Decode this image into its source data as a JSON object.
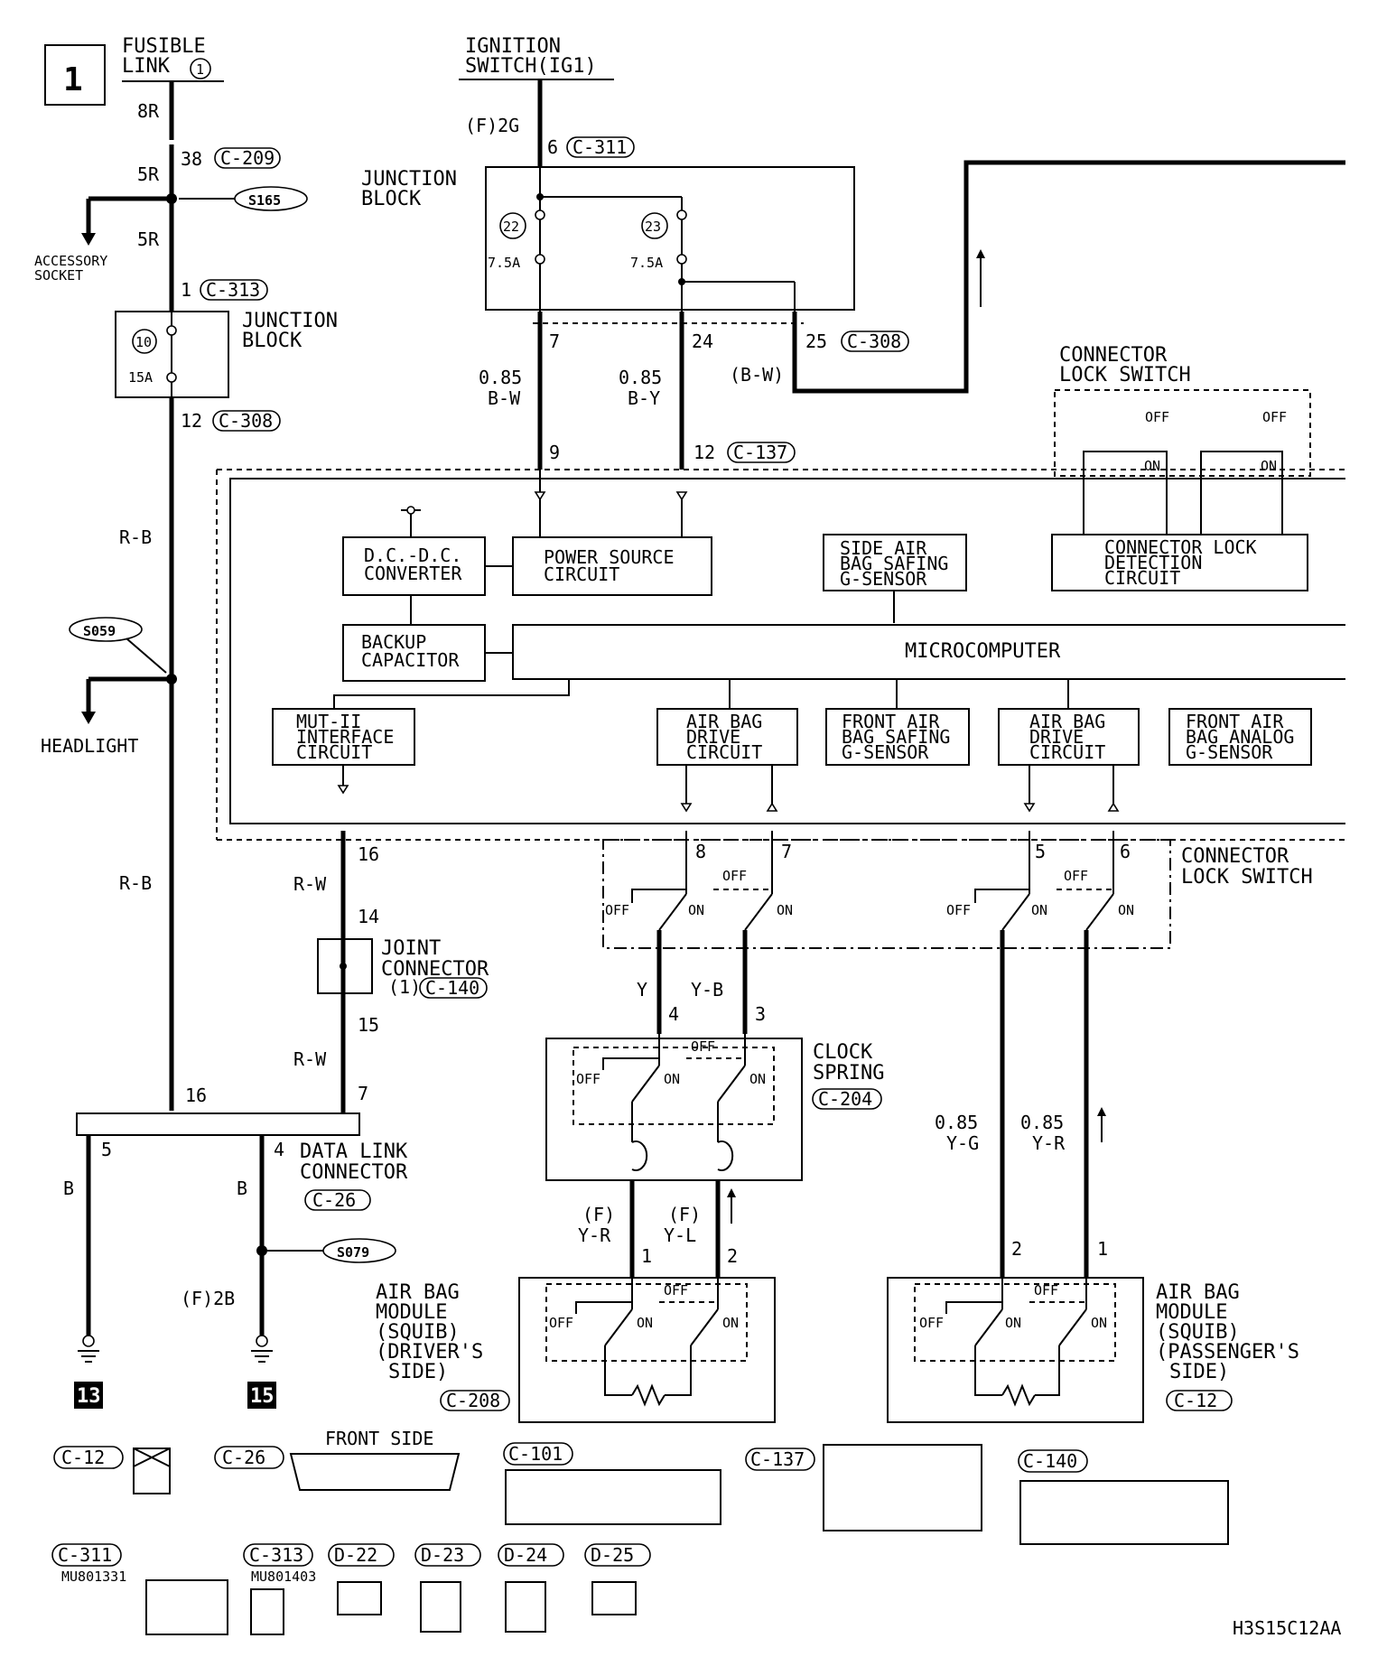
{
  "diagram": {
    "page_number": "1",
    "doc_code": "H3S15C12AA",
    "labels": {
      "fusible_link_1": "FUSIBLE",
      "fusible_link_2": "LINK",
      "fusible_link_num": "1",
      "ignition_1": "IGNITION",
      "ignition_2": "SWITCH(IG1)",
      "jb_top_1": "JUNCTION",
      "jb_top_2": "BLOCK",
      "jb_left_1": "JUNCTION",
      "jb_left_2": "BLOCK",
      "accessory_1": "ACCESSORY",
      "accessory_2": "SOCKET",
      "headlight": "HEADLIGHT",
      "cls_top_1": "CONNECTOR",
      "cls_top_2": "LOCK SWITCH",
      "cls_right_1": "CONNECTOR",
      "cls_right_2": "LOCK SWITCH",
      "joint_1": "JOINT",
      "joint_2": "CONNECTOR",
      "joint_3": "(1)",
      "dlc_1": "DATA LINK",
      "dlc_2": "CONNECTOR",
      "clock_1": "CLOCK",
      "clock_2": "SPRING",
      "drv_1": "AIR BAG",
      "drv_2": "MODULE",
      "drv_3": "(SQUIB)",
      "drv_4": "(DRIVER'S",
      "drv_5": "SIDE)",
      "pas_1": "AIR BAG",
      "pas_2": "MODULE",
      "pas_3": "(SQUIB)",
      "pas_4": "(PASSENGER'S",
      "pas_5": "SIDE)",
      "front_side": "FRONT SIDE"
    },
    "fuses": {
      "f22": "22",
      "f22_amp": "7.5A",
      "f23": "23",
      "f23_amp": "7.5A",
      "f10": "10",
      "f10_amp": "15A"
    },
    "splices": [
      "S165",
      "S059",
      "S079"
    ],
    "grounds": [
      "13",
      "15"
    ],
    "connectors": {
      "c209": "C-209",
      "c311": "C-311",
      "c313": "C-313",
      "c308a": "C-308",
      "c308b": "C-308",
      "c137": "C-137",
      "c140": "C-140",
      "c26": "C-26",
      "c204": "C-204",
      "c208": "C-208",
      "c12": "C-12"
    },
    "wires": {
      "w1": "8R",
      "w2": "5R",
      "w3": "5R",
      "w4": "(F)2G",
      "w5": "R-B",
      "w6": "R-B",
      "w7": "0.85",
      "w8": "B-W",
      "w9": "0.85",
      "w10": "B-Y",
      "w11": "(B-W)",
      "w12": "R-W",
      "w13": "R-W",
      "w14": "B",
      "w15": "B",
      "w16": "(F)2B",
      "w17": "Y",
      "w18": "Y-B",
      "w19": "(F)",
      "w20": "Y-R",
      "w21": "(F)",
      "w22": "Y-L",
      "w23": "0.85",
      "w24": "Y-G",
      "w25": "0.85",
      "w26": "Y-R"
    },
    "pins": {
      "p38": "38",
      "p6": "6",
      "p1a": "1",
      "p12a": "12",
      "p7a": "7",
      "p24": "24",
      "p25": "25",
      "p9": "9",
      "p12b": "12",
      "p16a": "16",
      "p14": "14",
      "p15": "15",
      "p16b": "16",
      "p7b": "7",
      "p5a": "5",
      "p4a": "4",
      "p8": "8",
      "p7c": "7",
      "p5b": "5",
      "p6b": "6",
      "p4b": "4",
      "p3": "3",
      "p1b": "1",
      "p2a": "2",
      "p2b": "2",
      "p1c": "1"
    },
    "ecu_blocks": {
      "dcdc_1": "D.C.-D.C.",
      "dcdc_2": "CONVERTER",
      "power_1": "POWER SOURCE",
      "power_2": "CIRCUIT",
      "side_1": "SIDE AIR",
      "side_2": "BAG SAFING",
      "side_3": "G-SENSOR",
      "cld_1": "CONNECTOR LOCK",
      "cld_2": "DETECTION",
      "cld_3": "CIRCUIT",
      "backup_1": "BACKUP",
      "backup_2": "CAPACITOR",
      "micro": "MICROCOMPUTER",
      "mut_1": "MUT-II",
      "mut_2": "INTERFACE",
      "mut_3": "CIRCUIT",
      "abd1_1": "AIR BAG",
      "abd1_2": "DRIVE",
      "abd1_3": "CIRCUIT",
      "fabs_1": "FRONT AIR",
      "fabs_2": "BAG SAFING",
      "fabs_3": "G-SENSOR",
      "abd2_1": "AIR BAG",
      "abd2_2": "DRIVE",
      "abd2_3": "CIRCUIT",
      "faba_1": "FRONT AIR",
      "faba_2": "BAG ANALOG",
      "faba_3": "G-SENSOR"
    },
    "switch_states": {
      "off": "OFF",
      "on": "ON"
    },
    "connector_faces": {
      "c12": "C-12",
      "c26": "C-26",
      "c101": "C-101",
      "c137": "C-137",
      "c140": "C-140",
      "c311": "C-311",
      "c313": "C-313",
      "d22": "D-22",
      "d23": "D-23",
      "d24": "D-24",
      "d25": "D-25",
      "part_c311": "MU801331",
      "part_c313": "MU801403"
    }
  }
}
